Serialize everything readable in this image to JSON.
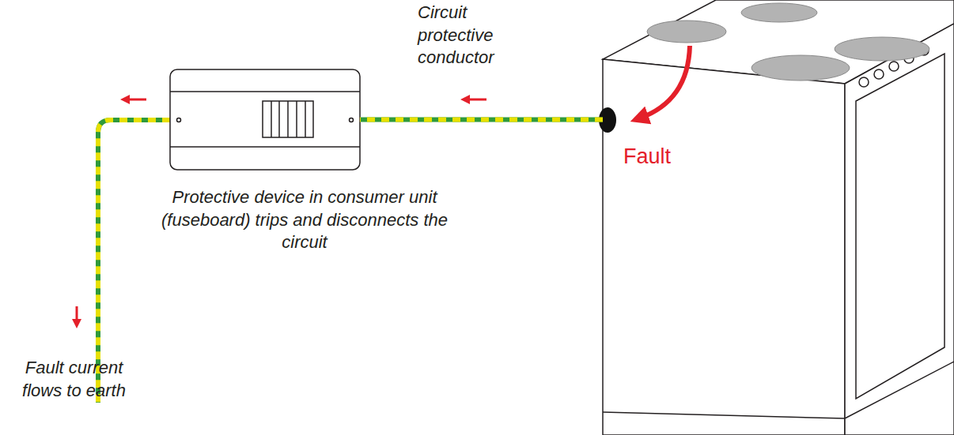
{
  "diagram": {
    "nodes": [
      {
        "text": [
          "Protective device in consumer unit (fuseboard) trips and disconnects the circuit"
        ]
      },
      {
        "text": [
          "Fault"
        ]
      }
    ],
    "edges": [
      {
        "from": 1,
        "to": 0,
        "arrow": "none",
        "label": "Circuit protective conductor"
      }
    ],
    "labels": [
      "Fault current flows to earth"
    ]
  }
}
